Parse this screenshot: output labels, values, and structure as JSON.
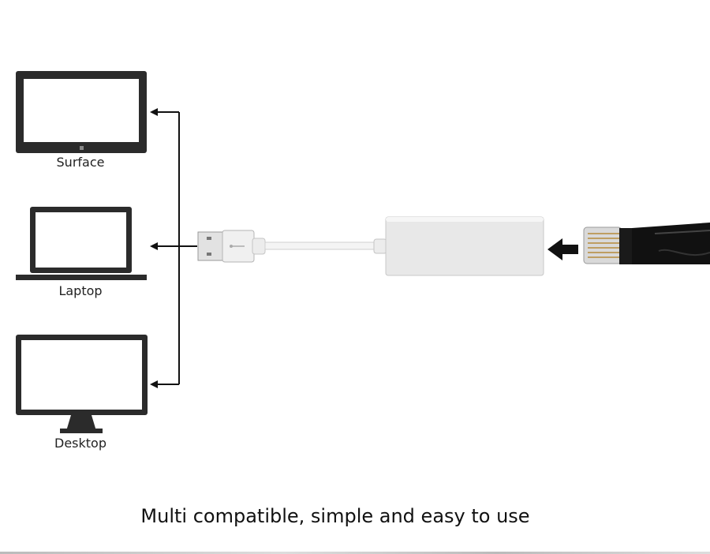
{
  "devices": [
    {
      "name": "Surface"
    },
    {
      "name": "Laptop"
    },
    {
      "name": "Desktop"
    }
  ],
  "caption": "Multi compatible, simple and easy to use",
  "colors": {
    "device": "#2b2b2b",
    "adapter": "#e6e6e6",
    "cable": "#111111"
  }
}
